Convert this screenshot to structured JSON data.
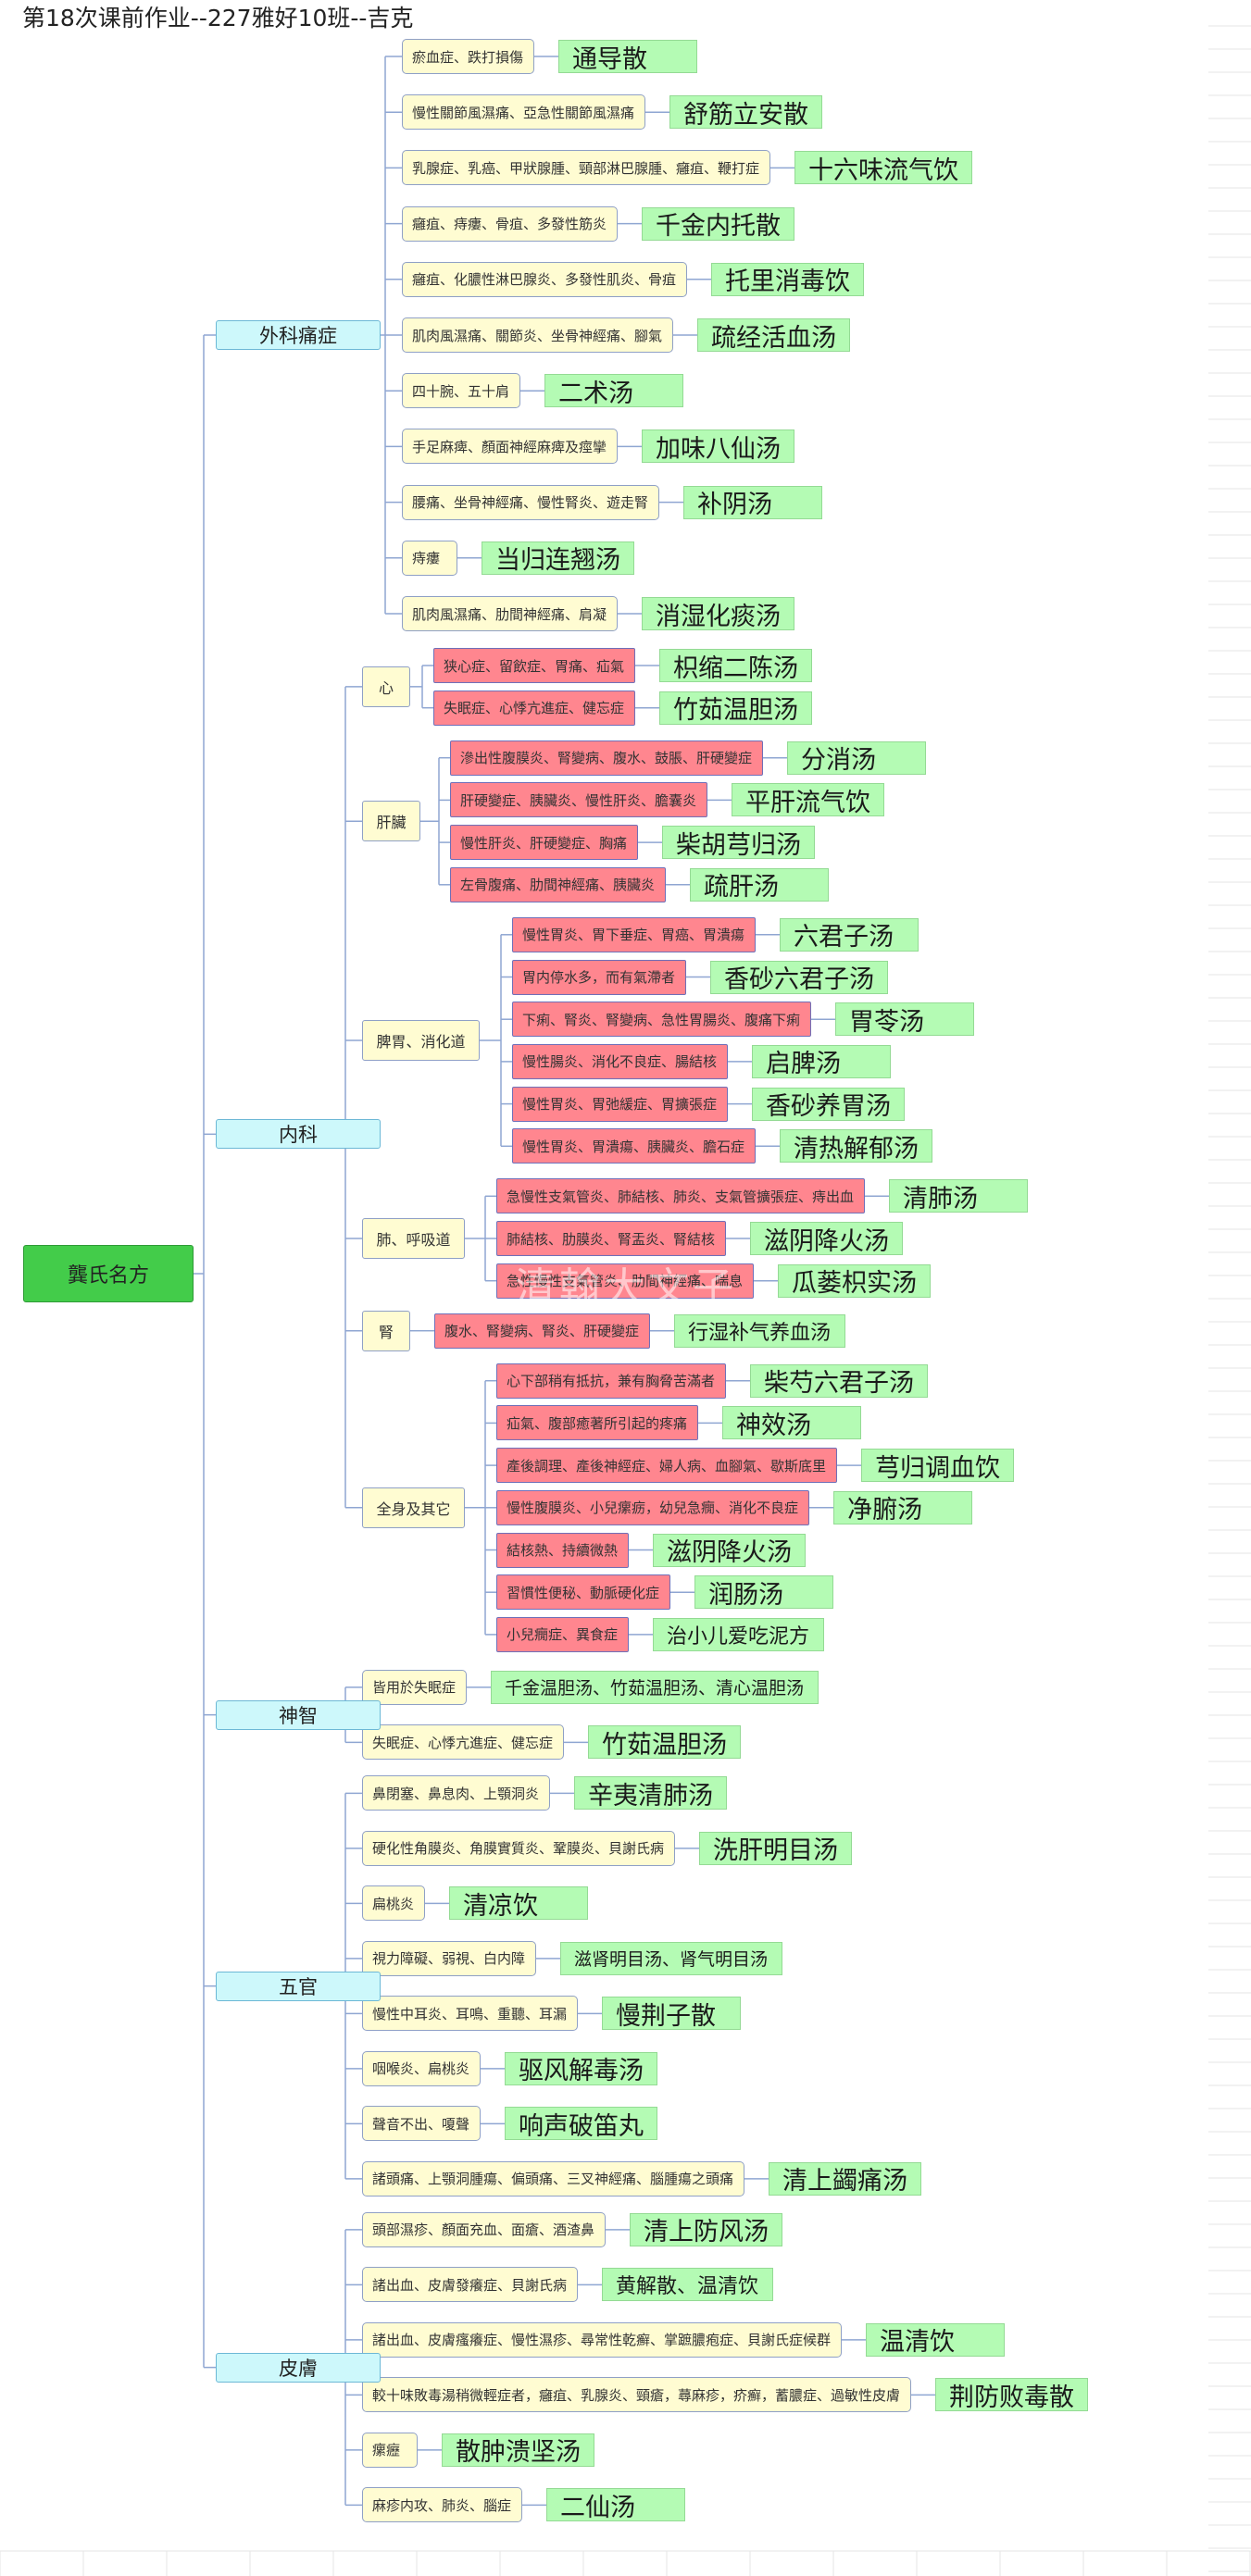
{
  "title": "第18次课前作业--227雅好10班--吉克",
  "watermark": "清翰大文子",
  "root": "龔氏名方",
  "categories": [
    {
      "label": "外科痛症",
      "items": [
        {
          "condition": "瘀血症、跌打損傷",
          "formula": "通导散"
        },
        {
          "condition": "慢性關節風濕痛、亞急性關節風濕痛",
          "formula": "舒筋立安散"
        },
        {
          "condition": "乳腺症、乳癌、甲狀腺腫、頸部淋巴腺腫、癰疽、鞭打症",
          "formula": "十六味流气饮"
        },
        {
          "condition": "癰疽、痔瘻、骨疽、多發性筋炎",
          "formula": "千金内托散"
        },
        {
          "condition": "癰疽、化膿性淋巴腺炎、多發性肌炎、骨疽",
          "formula": "托里消毒饮"
        },
        {
          "condition": "肌肉風濕痛、關節炎、坐骨神經痛、腳氣",
          "formula": "疏经活血汤"
        },
        {
          "condition": "四十腕、五十肩",
          "formula": "二术汤"
        },
        {
          "condition": "手足麻痺、顏面神經麻痺及痙攣",
          "formula": "加味八仙汤"
        },
        {
          "condition": "腰痛、坐骨神經痛、慢性腎炎、遊走腎",
          "formula": "补阴汤"
        },
        {
          "condition": "痔瘻",
          "formula": "当归连翘汤"
        },
        {
          "condition": "肌肉風濕痛、肋間神經痛、肩凝",
          "formula": "消湿化痰汤"
        }
      ]
    },
    {
      "label": "内科",
      "groups": [
        {
          "label": "心",
          "items": [
            {
              "condition": "狭心症、留飲症、胃痛、疝氣",
              "formula": "枳缩二陈汤"
            },
            {
              "condition": "失眠症、心悸亢進症、健忘症",
              "formula": "竹茹温胆汤"
            }
          ]
        },
        {
          "label": "肝臟",
          "items": [
            {
              "condition": "滲出性腹膜炎、腎變病、腹水、鼓脹、肝硬變症",
              "formula": "分消汤"
            },
            {
              "condition": "肝硬變症、胰臟炎、慢性肝炎、膽囊炎",
              "formula": "平肝流气饮"
            },
            {
              "condition": "慢性肝炎、肝硬變症、胸痛",
              "formula": "柴胡芎归汤"
            },
            {
              "condition": "左骨腹痛、肋間神經痛、胰臟炎",
              "formula": "疏肝汤"
            }
          ]
        },
        {
          "label": "脾胃、消化道",
          "items": [
            {
              "condition": "慢性胃炎、胃下垂症、胃癌、胃潰瘍",
              "formula": "六君子汤"
            },
            {
              "condition": "胃内停水多，而有氣滯者",
              "formula": "香砂六君子汤"
            },
            {
              "condition": "下痢、腎炎、腎變病、急性胃腸炎、腹痛下痢",
              "formula": "胃苓汤"
            },
            {
              "condition": "慢性腸炎、消化不良症、腸結核",
              "formula": "启脾汤"
            },
            {
              "condition": "慢性胃炎、胃弛緩症、胃擴張症",
              "formula": "香砂养胃汤"
            },
            {
              "condition": "慢性胃炎、胃潰瘍、胰臟炎、膽石症",
              "formula": "清热解郁汤"
            }
          ]
        },
        {
          "label": "肺、呼吸道",
          "items": [
            {
              "condition": "急慢性支氣管炎、肺結核、肺炎、支氣管擴張症、痔出血",
              "formula": "清肺汤"
            },
            {
              "condition": "肺結核、肋膜炎、腎盂炎、腎結核",
              "formula": "滋阴降火汤"
            },
            {
              "condition": "急性慢性支氣管炎、肋間神經痛、喘息",
              "formula": "瓜蒌枳实汤"
            }
          ]
        },
        {
          "label": "腎",
          "items": [
            {
              "condition": "腹水、腎變病、腎炎、肝硬變症",
              "formula": "行湿补气养血汤"
            }
          ]
        },
        {
          "label": "全身及其它",
          "items": [
            {
              "condition": "心下部稍有抵抗，兼有胸脅苦滿者",
              "formula": "柴芍六君子汤"
            },
            {
              "condition": "疝氣、腹部癒著所引起的疼痛",
              "formula": "神效汤"
            },
            {
              "condition": "產後調理、產後神經症、婦人病、血腳氣、歇斯底里",
              "formula": "芎归调血饮"
            },
            {
              "condition": "慢性腹膜炎、小兒瘰疬，幼兒急癇、消化不良症",
              "formula": "净腑汤"
            },
            {
              "condition": "結核熱、持續微熱",
              "formula": "滋阴降火汤"
            },
            {
              "condition": "習慣性便秘、動脈硬化症",
              "formula": "润肠汤"
            },
            {
              "condition": "小兒癇症、異食症",
              "formula": "治小儿爱吃泥方"
            }
          ]
        }
      ]
    },
    {
      "label": "神智",
      "items": [
        {
          "condition": "皆用於失眠症",
          "formula": "千金温胆汤、竹茹温胆汤、清心温胆汤"
        },
        {
          "condition": "失眠症、心悸亢進症、健忘症",
          "formula": "竹茹温胆汤"
        }
      ]
    },
    {
      "label": "五官",
      "items": [
        {
          "condition": "鼻閉塞、鼻息肉、上顎洞炎",
          "formula": "辛夷清肺汤"
        },
        {
          "condition": "硬化性角膜炎、角膜實質炎、鞏膜炎、貝謝氏病",
          "formula": "洗肝明目汤"
        },
        {
          "condition": "扁桃炎",
          "formula": "清凉饮"
        },
        {
          "condition": "視力障礙、弱視、白内障",
          "formula": "滋肾明目汤、肾气明目汤"
        },
        {
          "condition": "慢性中耳炎、耳鳴、重聽、耳漏",
          "formula": "慢荆子散"
        },
        {
          "condition": "咽喉炎、扁桃炎",
          "formula": "驱风解毒汤"
        },
        {
          "condition": "聲音不出、嗄聲",
          "formula": "响声破笛丸"
        },
        {
          "condition": "諸頭痛、上顎洞腫瘍、偏頭痛、三叉神經痛、腦腫瘍之頭痛",
          "formula": "清上蠲痛汤"
        }
      ]
    },
    {
      "label": "皮膚",
      "items": [
        {
          "condition": "頭部濕疹、顏面充血、面瘡、酒渣鼻",
          "formula": "清上防风汤"
        },
        {
          "condition": "諸出血、皮膚發癢症、貝謝氏病",
          "formula": "黄解散、温清饮"
        },
        {
          "condition": "諸出血、皮膚瘙癢症、慢性濕疹、尋常性乾癬、掌蹠膿疱症、貝謝氏症候群",
          "formula": "温清饮"
        },
        {
          "condition": "較十味敗毒湯稍微輕症者，癰疽、乳腺炎、頸瘡，蕁麻疹，疥癬，蓄膿症、過敏性皮膚",
          "formula": "荆防败毒散"
        },
        {
          "condition": "瘰癧",
          "formula": "散肿溃坚汤"
        },
        {
          "condition": "麻疹内攻、肺炎、腦症",
          "formula": "二仙汤"
        }
      ]
    }
  ]
}
